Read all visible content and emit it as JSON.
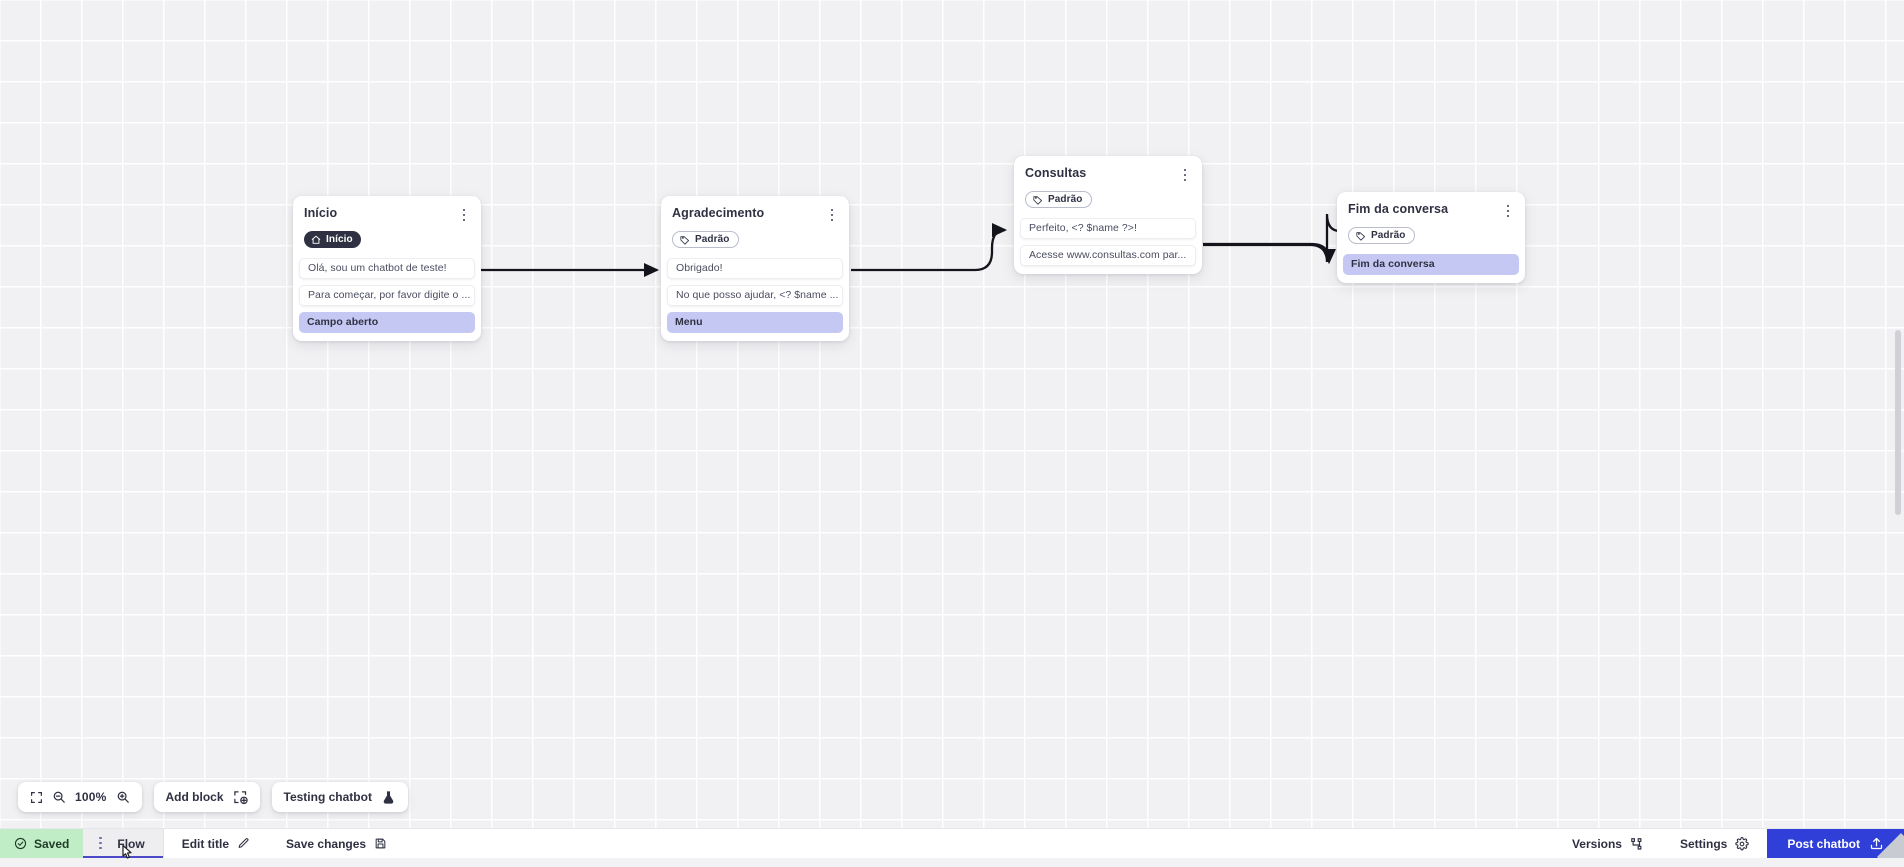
{
  "canvas": {
    "zoom_level": "100%",
    "grid": "dotted-grid"
  },
  "blocks": [
    {
      "id": "inicio",
      "title": "Início",
      "badge": {
        "label": "Início",
        "style": "dark",
        "icon": "home-icon"
      },
      "rows": [
        {
          "text": "Olá, sou um chatbot de teste!",
          "type": "message"
        },
        {
          "text": "Para começar, por favor digite o ...",
          "type": "message"
        },
        {
          "text": "Campo aberto",
          "type": "action"
        }
      ]
    },
    {
      "id": "agradecimento",
      "title": "Agradecimento",
      "badge": {
        "label": "Padrão",
        "style": "outline",
        "icon": "tag-icon"
      },
      "rows": [
        {
          "text": "Obrigado!",
          "type": "message"
        },
        {
          "text": "No que posso ajudar, <? $name ...",
          "type": "message"
        },
        {
          "text": "Menu",
          "type": "action"
        }
      ]
    },
    {
      "id": "consultas",
      "title": "Consultas",
      "badge": {
        "label": "Padrão",
        "style": "outline",
        "icon": "tag-icon"
      },
      "rows": [
        {
          "text": "Perfeito, <? $name ?>!",
          "type": "message"
        },
        {
          "text": "Acesse www.consultas.com par...",
          "type": "message"
        }
      ]
    },
    {
      "id": "fim",
      "title": "Fim da conversa",
      "badge": {
        "label": "Padrão",
        "style": "outline",
        "icon": "tag-icon"
      },
      "rows": [
        {
          "text": "Fim da conversa",
          "type": "action"
        }
      ]
    }
  ],
  "toolbar": {
    "fit_icon": "fit-screen-icon",
    "zoom_out_icon": "zoom-out-icon",
    "zoom_level": "100%",
    "zoom_in_icon": "zoom-in-icon",
    "add_block_label": "Add block",
    "add_block_icon": "add-block-icon",
    "testing_label": "Testing chatbot",
    "testing_icon": "flask-icon"
  },
  "bottombar": {
    "saved_label": "Saved",
    "saved_icon": "check-circle-icon",
    "flow_tab_label": "Flow",
    "flow_kebab_icon": "kebab-icon",
    "edit_title_label": "Edit title",
    "edit_title_icon": "pencil-icon",
    "save_changes_label": "Save changes",
    "save_changes_icon": "floppy-disk-icon",
    "versions_label": "Versions",
    "versions_icon": "branch-icon",
    "settings_label": "Settings",
    "settings_icon": "gear-icon",
    "post_label": "Post chatbot",
    "post_icon": "upload-icon"
  },
  "colors": {
    "accent": "#2f3fd8",
    "saved_bg": "#c0ecc6",
    "action_row": "#c5c8f2",
    "badge_dark": "#2f3142",
    "tab_underline": "#4b49c8"
  }
}
